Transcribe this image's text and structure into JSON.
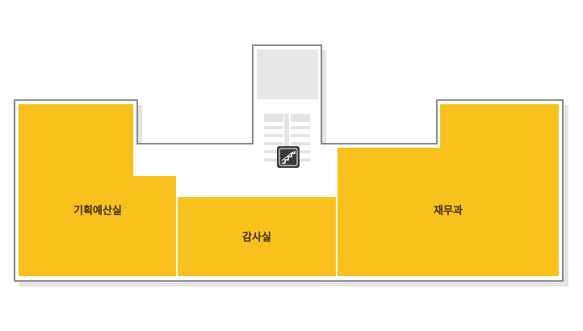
{
  "floor_map": {
    "rooms": [
      {
        "id": "planning-budget",
        "label": "기획예산실"
      },
      {
        "id": "audit",
        "label": "감사실"
      },
      {
        "id": "finance",
        "label": "재무과"
      }
    ],
    "stairs": {
      "icon": "stairs-icon"
    },
    "colors": {
      "room_fill": "#f9c11e",
      "outline": "#8a8a8a",
      "shadow": "#e4e4e4",
      "core_fill": "#e8e8e8",
      "stairs_badge": "#3a3a3a",
      "background": "#ffffff"
    }
  }
}
